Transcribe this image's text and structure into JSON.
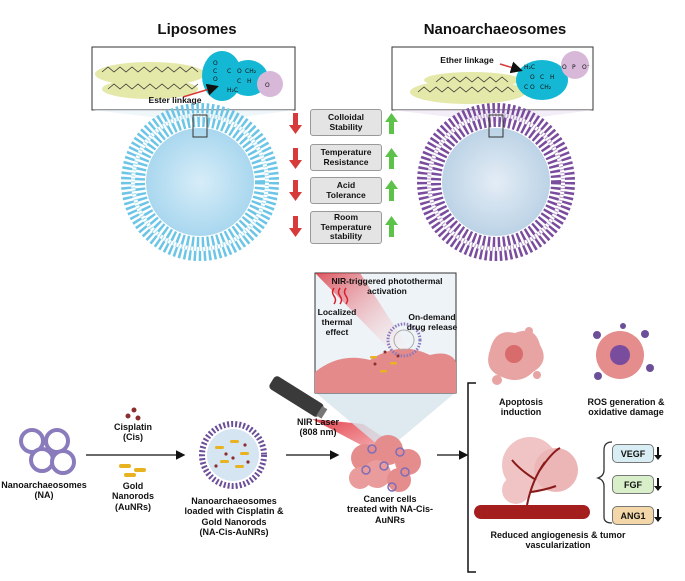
{
  "top": {
    "liposome_title": "Liposomes",
    "nanoarchaeosome_title": "Nanoarchaeosomes",
    "ester_label": "Ester linkage",
    "ether_label": "Ether linkage",
    "properties": [
      "Colloidal\nStability",
      "Temperature\nResistance",
      "Acid\nTolerance",
      "Room\nTemperature\nstability"
    ],
    "chem_left": [
      "O",
      "C",
      "O",
      "C",
      "O",
      "CH₂",
      "C",
      "H",
      "H₂C",
      "O"
    ],
    "chem_right": [
      "H₂C",
      "C",
      "O",
      "C",
      "H",
      "O",
      "CH₂",
      "O",
      "P",
      "O⁻"
    ]
  },
  "bottom": {
    "na_label": "Nanoarchaeosomes\n(NA)",
    "cisplatin_label": "Cisplatin\n(Cis)",
    "gold_label": "Gold\nNanorods\n(AuNRs)",
    "loaded_label": "Nanoarchaeosomes\nloaded with Cisplatin &\nGold Nanorods\n(NA-Cis-AuNRs)",
    "laser_label": "NIR Laser\n(808 nm)",
    "cancer_label": "Cancer cells\ntreated with NA-Cis-\nAuNRs",
    "nir_title": "NIR-triggered photothermal\nactivation",
    "localized_label": "Localized\nthermal\neffect",
    "ondemand_label": "On-demand\ndrug release",
    "apoptosis_label": "Apoptosis induction",
    "ros_label": "ROS generation &\noxidative damage",
    "angio_label": "Reduced angiogenesis & tumor\nvascularization",
    "factors": [
      "VEGF",
      "FGF",
      "ANG1"
    ]
  },
  "colors": {
    "lipo_blue": "#6cc5e6",
    "nano_purple": "#7a4c9e",
    "down_red": "#d73a3a",
    "up_green": "#5cc24a",
    "vegf_bg": "#d8eef4",
    "fgf_bg": "#d9efc9",
    "ang1_bg": "#f3d7a8"
  }
}
